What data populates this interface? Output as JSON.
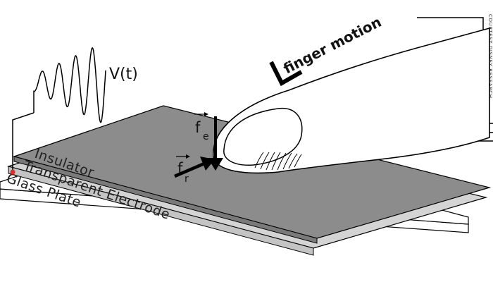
{
  "diagram": {
    "layers": {
      "insulator": "Insulator",
      "electrode": "Transparent Electrode",
      "glass": "Glass Plate"
    },
    "signal_label": "V(t)",
    "force_electrostatic": {
      "symbol": "f",
      "subscript": "e"
    },
    "force_friction": {
      "symbol": "f",
      "subscript": "r"
    },
    "motion_label": "finger motion",
    "credit": "COURTESY DISNEY RESEARCH"
  },
  "colors": {
    "insulator": "#8c8c8c",
    "electrode": "#d4d4d4",
    "glass": "#ffffff",
    "contact_dot": "#d9302c"
  }
}
